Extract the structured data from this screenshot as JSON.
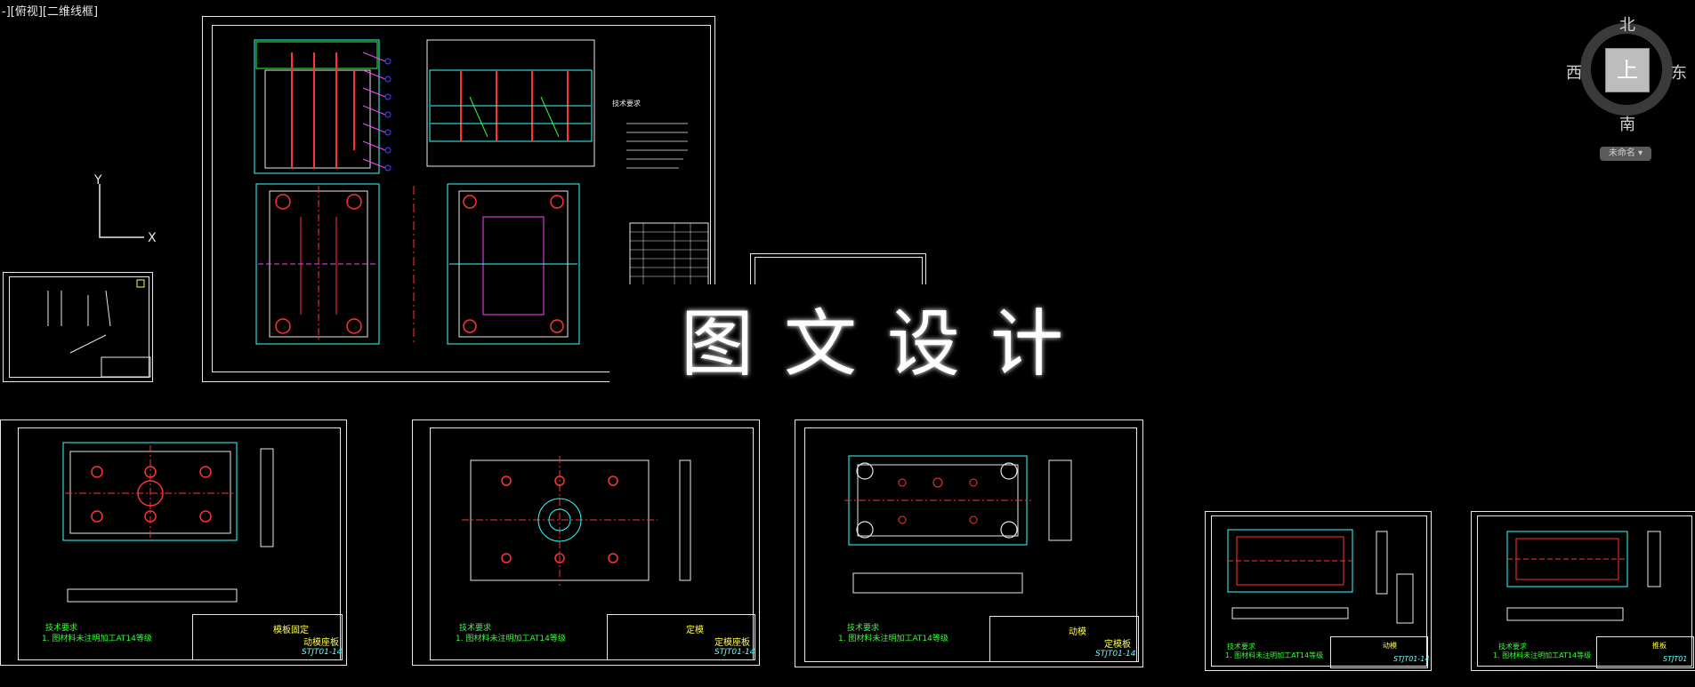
{
  "viewport": {
    "label": "-][俯视][二维线框]"
  },
  "ucs": {
    "y_label": "Y",
    "x_label": "X"
  },
  "watermark": {
    "text": "图文设计"
  },
  "viewcube": {
    "north": "北",
    "south": "南",
    "west": "西",
    "east": "东",
    "face": "上",
    "wcs_menu": "未命名 ▾"
  },
  "sheets": {
    "assembly": {
      "tech_title": "技术要求"
    },
    "plate1": {
      "note_title": "技术要求",
      "note_line": "1. 图材料未注明加工AT14等级",
      "name": "模板固定",
      "tb_title": "动模座板",
      "code": "STJT01-14"
    },
    "plate2": {
      "note_title": "技术要求",
      "note_line": "1. 图材料未注明加工AT14等级",
      "name": "定模",
      "tb_title": "定模座板",
      "code": "STJT01-14"
    },
    "plate3": {
      "note_title": "技术要求",
      "note_line": "1. 图材料未注明加工AT14等级",
      "name": "动模",
      "tb_title": "定模板",
      "code": "STJT01-14"
    },
    "plate4": {
      "note_title": "技术要求",
      "note_line": "1. 图材料未注明加工AT14等级",
      "name": "动模",
      "code": "STJT01-14"
    },
    "plate5": {
      "note_title": "技术要求",
      "note_line": "1. 图材料未注明加工AT14等级",
      "name": "推板",
      "code": "STJT01"
    }
  },
  "colors": {
    "background": "#000000",
    "line": "#e8e8e8",
    "cyan": "#33ffff",
    "red": "#ff3333",
    "green": "#33ff33",
    "yellow": "#ffff44",
    "magenta": "#ff44ff"
  }
}
